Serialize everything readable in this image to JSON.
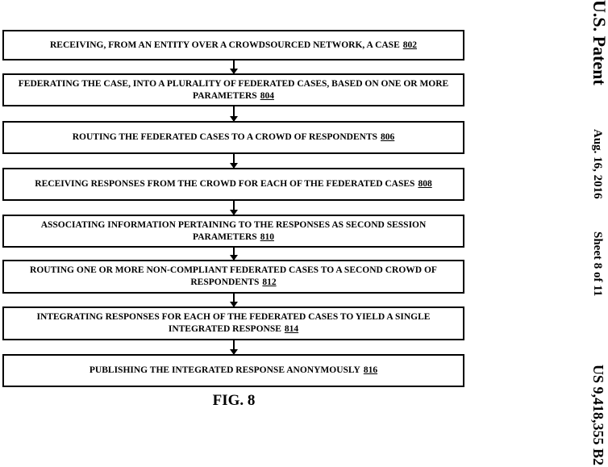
{
  "steps": [
    {
      "text": "RECEIVING, FROM AN ENTITY OVER A CROWDSOURCED NETWORK, A CASE",
      "num": "802"
    },
    {
      "text": "FEDERATING THE CASE, INTO A PLURALITY OF FEDERATED CASES, BASED ON ONE OR MORE PARAMETERS",
      "num": "804"
    },
    {
      "text": "ROUTING THE FEDERATED CASES TO A CROWD OF RESPONDENTS",
      "num": "806"
    },
    {
      "text": "RECEIVING RESPONSES FROM THE CROWD FOR EACH OF THE FEDERATED CASES",
      "num": "808"
    },
    {
      "text": "ASSOCIATING INFORMATION PERTAINING TO THE RESPONSES AS SECOND SESSION PARAMETERS",
      "num": "810"
    },
    {
      "text": "ROUTING ONE OR MORE NON-COMPLIANT FEDERATED CASES TO A SECOND CROWD OF RESPONDENTS",
      "num": "812"
    },
    {
      "text": "INTEGRATING RESPONSES FOR EACH OF THE FEDERATED CASES TO YIELD A SINGLE INTEGRATED RESPONSE",
      "num": "814"
    },
    {
      "text": "PUBLISHING THE INTEGRATED RESPONSE ANONYMOUSLY",
      "num": "816"
    }
  ],
  "figure_label": "FIG. 8",
  "header": {
    "title": "U.S. Patent",
    "date": "Aug. 16, 2016",
    "sheet": "Sheet 8 of 11",
    "patent_number": "US 9,418,355 B2"
  }
}
